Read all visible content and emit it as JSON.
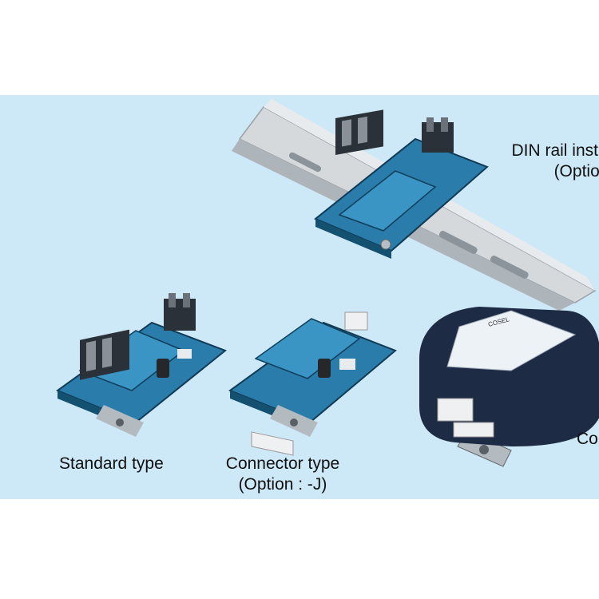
{
  "captions": {
    "standard": "Standard type",
    "connector_line1": "Connector type",
    "connector_line2": "(Option : -J)",
    "din_line1": "DIN rail installation",
    "din_line2": "(Option",
    "case": "Co"
  },
  "colors": {
    "panel_background": "#cde8f6",
    "board_blue": "#1f6f9c",
    "terminal_dark": "#2b3138",
    "rail_metal": "#c8ccd0",
    "case_navy": "#1e2b44"
  },
  "case_label": "COSEL"
}
